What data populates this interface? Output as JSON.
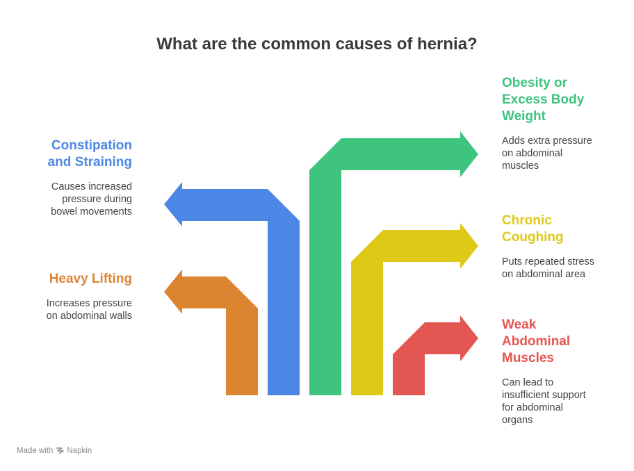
{
  "title": "What are the common causes of hernia?",
  "causes": [
    {
      "id": "obesity",
      "head": "Obesity or\nExcess Body\nWeight",
      "desc": "Adds extra pressure\non abdominal\nmuscles",
      "color": "#3ec47f",
      "side": "right"
    },
    {
      "id": "constipation",
      "head": "Constipation\nand Straining",
      "desc": "Causes increased\npressure during\nbowel movements",
      "color": "#4d87e6",
      "side": "left"
    },
    {
      "id": "coughing",
      "head": "Chronic\nCoughing",
      "desc": "Puts repeated stress\non abdominal area",
      "color": "#dfc918",
      "side": "right"
    },
    {
      "id": "lifting",
      "head": "Heavy Lifting",
      "desc": "Increases pressure\non abdominal walls",
      "color": "#dd8431",
      "side": "left"
    },
    {
      "id": "weak",
      "head": "Weak\nAbdominal\nMuscles",
      "desc": "Can lead to\ninsufficient support\nfor abdominal\norgans",
      "color": "#e45651",
      "side": "right"
    }
  ],
  "footer": {
    "made_with": "Made with",
    "brand": "Napkin"
  }
}
